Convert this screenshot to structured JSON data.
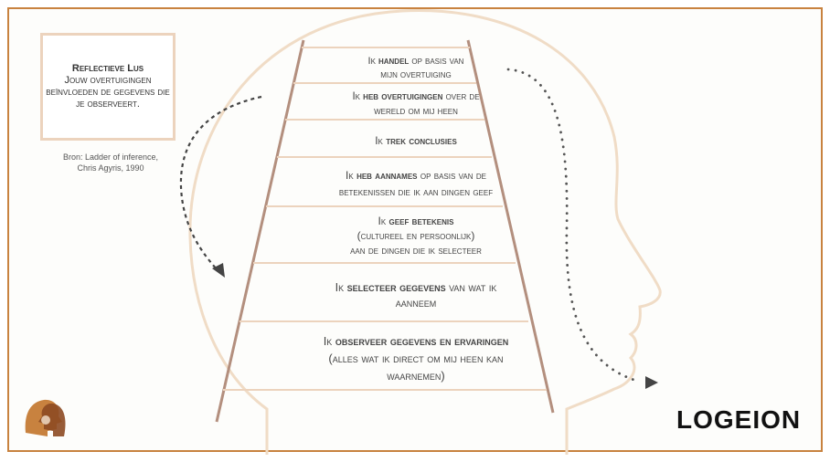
{
  "infobox": {
    "title": "Reflectieve Lus",
    "body": "Jouw overtuigingen beïnvloeden de gegevens die je observeert."
  },
  "source": {
    "line1": "Bron: Ladder of inference,",
    "line2": "Chris Agyris, 1990"
  },
  "rungs": [
    {
      "pre": "Ik ",
      "bold": "handel",
      "post": " op basis van",
      "line2": "mijn overtuiging"
    },
    {
      "pre": "Ik ",
      "bold": "heb overtuigingen",
      "post": " over de",
      "line2": "wereld om mij heen"
    },
    {
      "pre": "Ik ",
      "bold": "trek conclusies",
      "post": "",
      "line2": ""
    },
    {
      "pre": "Ik ",
      "bold": "heb aannames",
      "post": " op basis van de",
      "line2": "betekenissen die ik aan dingen geef"
    },
    {
      "pre": "Ik ",
      "bold": "geef betekenis",
      "post": "",
      "line2": "(cultureel en persoonlijk)",
      "line3": "aan de dingen die ik selecteer"
    },
    {
      "pre": "Ik ",
      "bold": "selecteer gegevens",
      "post": " van wat ik",
      "line2": "aanneem"
    },
    {
      "pre": "Ik ",
      "bold": "observeer gegevens en ervaringen",
      "post": "",
      "line2": "(alles wat ik direct om mij heen kan",
      "line3": "waarnemen)"
    }
  ],
  "logo": "LOGEION",
  "colors": {
    "frame": "#c8823f",
    "ladder": "#b38f7e",
    "head": "#f0dcc6",
    "rung": "#ecd3bd"
  }
}
